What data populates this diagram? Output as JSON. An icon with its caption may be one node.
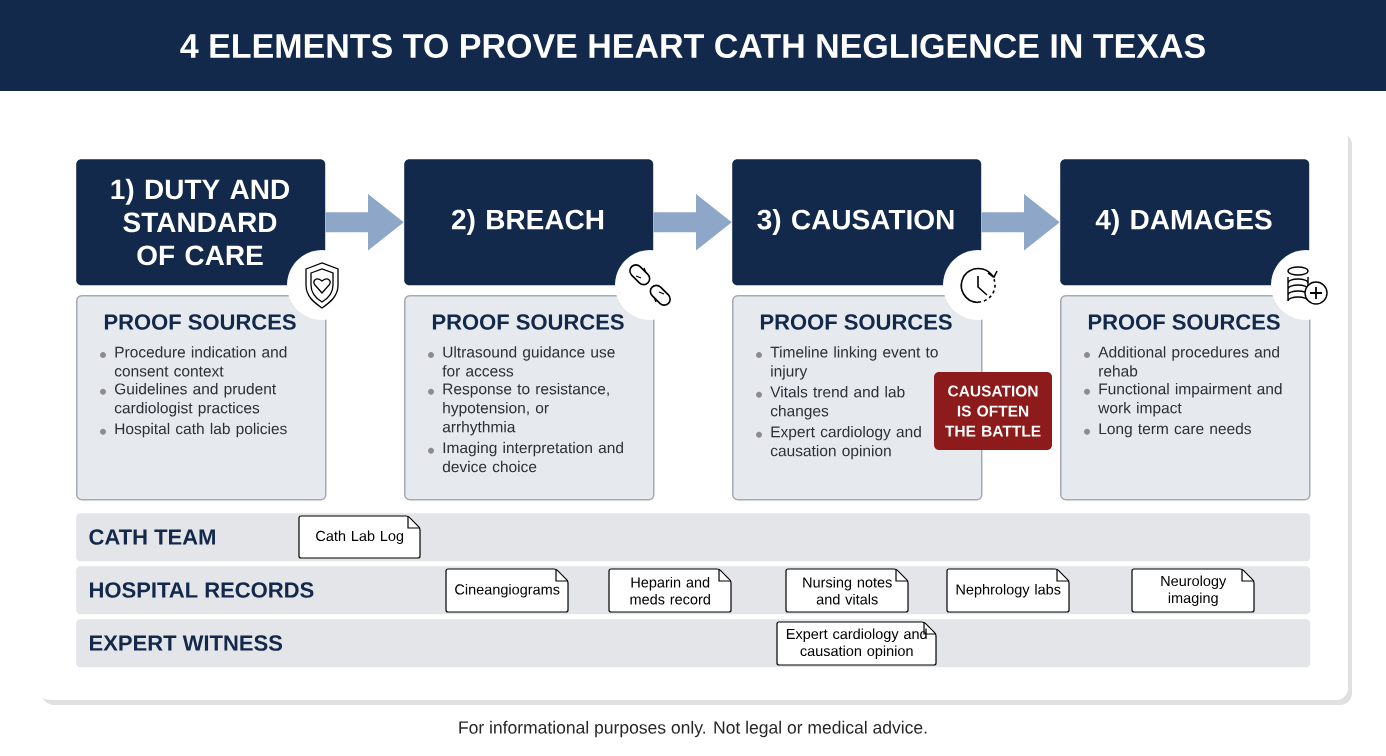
{
  "diagram": {
    "title": "4 ELEMENTS TO PROVE HEART CATH NEGLIGENCE IN TEXAS",
    "nodes": [
      {
        "text": [
          "1) DUTY AND STANDARD OF CARE"
        ]
      },
      {
        "text": [
          "2) BREACH"
        ]
      },
      {
        "text": [
          "3) CAUSATION"
        ]
      },
      {
        "text": [
          "4) DAMAGES"
        ]
      },
      {
        "text": [
          "PROOF SOURCES",
          "Procedure indication and consent context",
          "Guidelines and prudent cardiologist practices",
          "Hospital cath lab policies"
        ]
      },
      {
        "text": [
          "PROOF SOURCES",
          "Ultrasound guidance use for access",
          "Response to resistance, hypotension, or arrhythmia",
          "Imaging interpretation and device choice"
        ]
      },
      {
        "text": [
          "PROOF SOURCES",
          "Timeline linking event to injury",
          "Vitals trend and lab changes",
          "Expert cardiology and causation opinion"
        ]
      },
      {
        "text": [
          "PROOF SOURCES",
          "Additional procedures and rehab",
          "Functional impairment and work impact",
          "Long term care needs"
        ]
      },
      {
        "text": [
          "CAUSATION IS OFTEN THE BATTLE"
        ]
      },
      {
        "text": [
          "CATH TEAM"
        ]
      },
      {
        "text": [
          "HOSPITAL RECORDS"
        ]
      },
      {
        "text": [
          "EXPERT WITNESS"
        ]
      },
      {
        "text": [
          "Cath Lab Log"
        ],
        "in": 9
      },
      {
        "text": [
          "Cineangiograms"
        ],
        "in": 10
      },
      {
        "text": [
          "Heparin and meds record"
        ],
        "in": 10
      },
      {
        "text": [
          "Nursing notes and vitals"
        ],
        "in": 10
      },
      {
        "text": [
          "Nephrology labs"
        ],
        "in": 10
      },
      {
        "text": [
          "Neurology imaging"
        ],
        "in": 10
      },
      {
        "text": [
          "Expert cardiology and causation opinion"
        ],
        "in": 11
      }
    ],
    "edges": [
      {
        "from": 0,
        "to": 1,
        "arrow": "to"
      },
      {
        "from": 1,
        "to": 2,
        "arrow": "to"
      },
      {
        "from": 2,
        "to": 3,
        "arrow": "to"
      }
    ],
    "labels": [
      "For informational purposes only. Not legal or medical advice."
    ]
  }
}
